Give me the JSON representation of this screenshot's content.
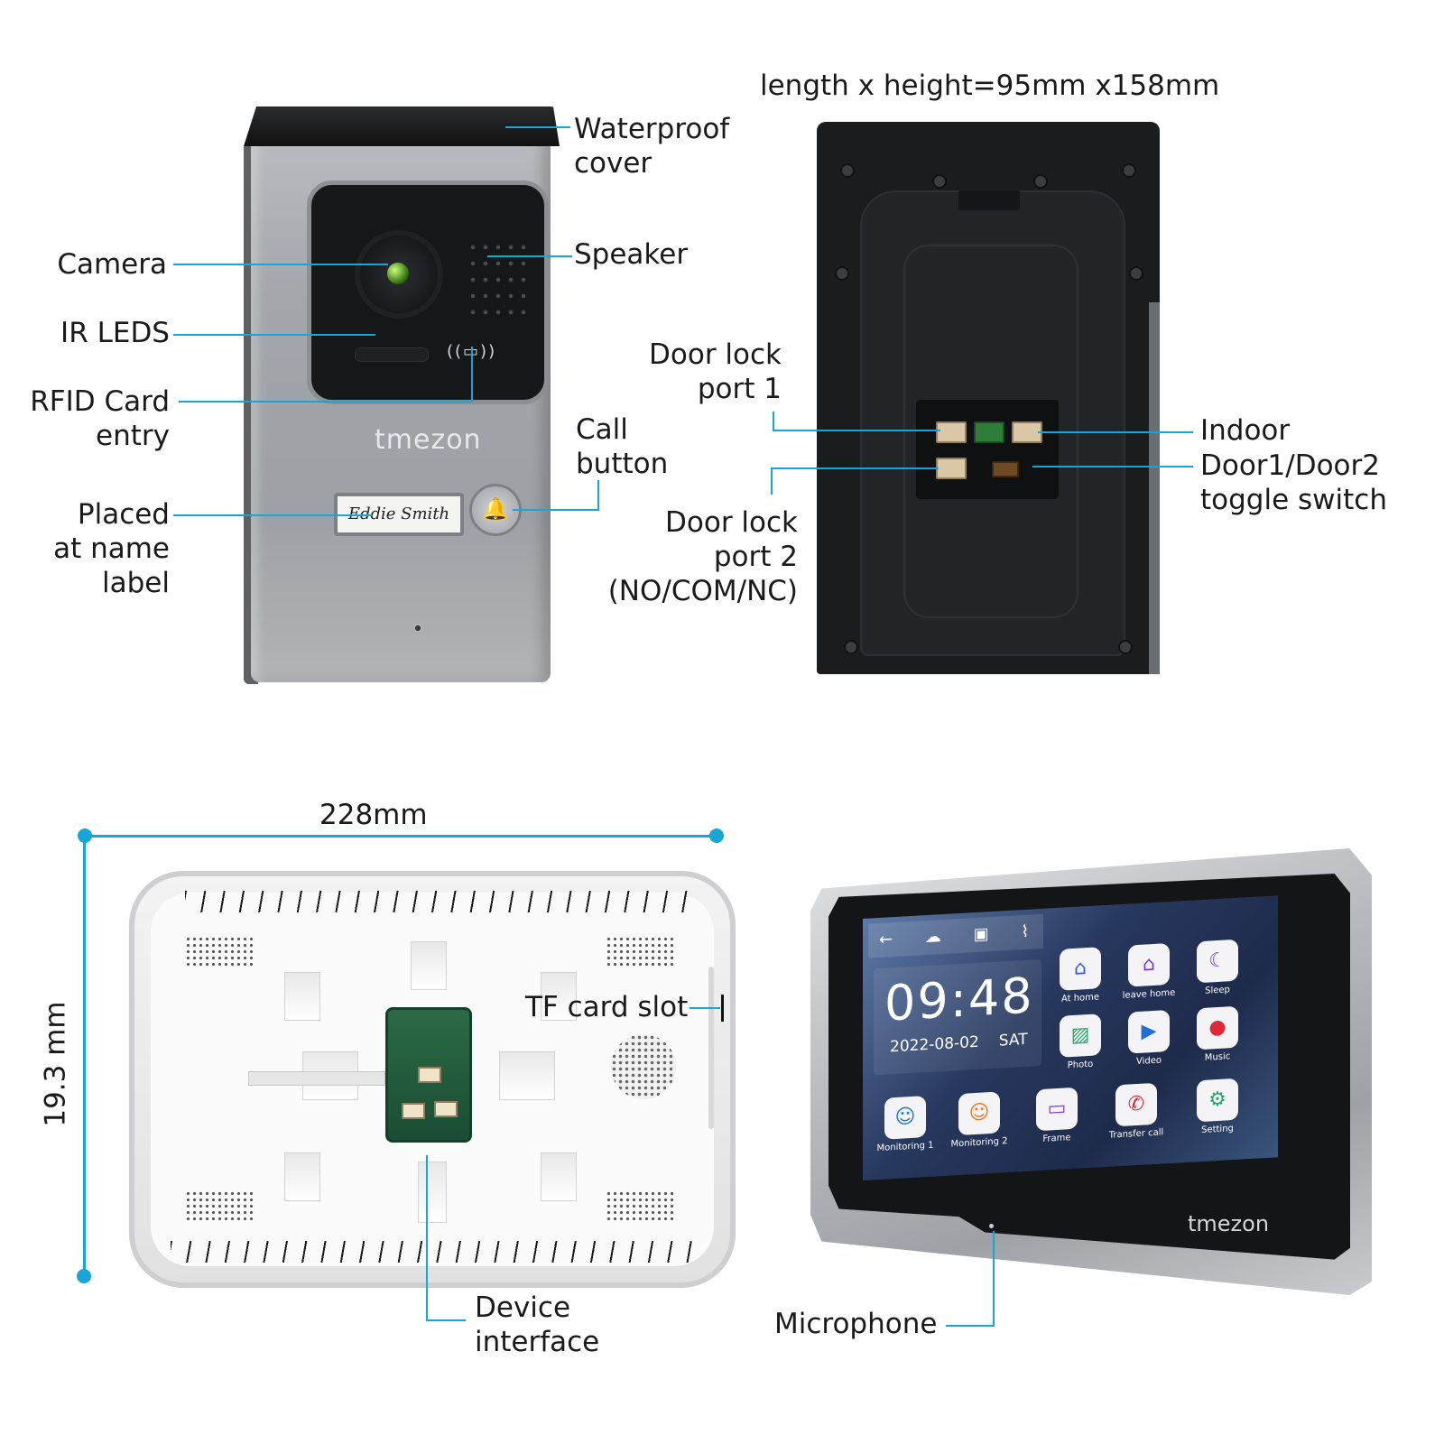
{
  "door_station": {
    "brand": "tmezon",
    "name_label": "Eddie Smith",
    "labels": {
      "waterproof_cover": [
        "Waterproof",
        "cover"
      ],
      "camera": "Camera",
      "ir_leds": "IR LEDS",
      "rfid": [
        "RFID Card",
        "entry"
      ],
      "name_label": [
        "Placed",
        "at name",
        "label"
      ],
      "speaker": "Speaker",
      "call_button": [
        "Call",
        "button"
      ]
    }
  },
  "back_panel": {
    "dimensions": "length x height=95mm x158mm",
    "labels": {
      "door_lock_1": [
        "Door lock",
        "port 1"
      ],
      "door_lock_2": [
        "Door lock",
        "port 2",
        "(NO/COM/NC)"
      ],
      "indoor": "Indoor",
      "toggle": [
        "Door1/Door2",
        "toggle switch"
      ]
    }
  },
  "monitor_back": {
    "width": "228mm",
    "depth": "19.3 mm",
    "labels": {
      "tf_slot": "TF card slot",
      "device_interface": [
        "Device",
        "interface"
      ]
    }
  },
  "monitor_front": {
    "brand": "tmezon",
    "time": "09:48",
    "date": "2022-08-02",
    "weekday": "SAT",
    "apps": [
      {
        "label": "At home",
        "icon": "home-icon",
        "color": "#3b5bd6"
      },
      {
        "label": "leave home",
        "icon": "leave-home-icon",
        "color": "#7a3bd6"
      },
      {
        "label": "Sleep",
        "icon": "moon-icon",
        "color": "#7a3bd6"
      },
      {
        "label": "Photo",
        "icon": "photo-icon",
        "color": "#2aa36b"
      },
      {
        "label": "Video",
        "icon": "video-icon",
        "color": "#1f6fd6"
      },
      {
        "label": "Music",
        "icon": "music-icon",
        "color": "#e0283a"
      },
      {
        "label": "Monitoring 1",
        "icon": "user-icon",
        "color": "#1f78d6"
      },
      {
        "label": "Monitoring 2",
        "icon": "user-icon",
        "color": "#f07a22"
      },
      {
        "label": "Frame",
        "icon": "frame-icon",
        "color": "#7a3bd6"
      },
      {
        "label": "Transfer call",
        "icon": "phone-icon",
        "color": "#e0283a"
      },
      {
        "label": "Setting",
        "icon": "gear-icon",
        "color": "#2aa36b"
      }
    ],
    "labels": {
      "microphone": "Microphone"
    }
  },
  "accent_color": "#18a6d6"
}
